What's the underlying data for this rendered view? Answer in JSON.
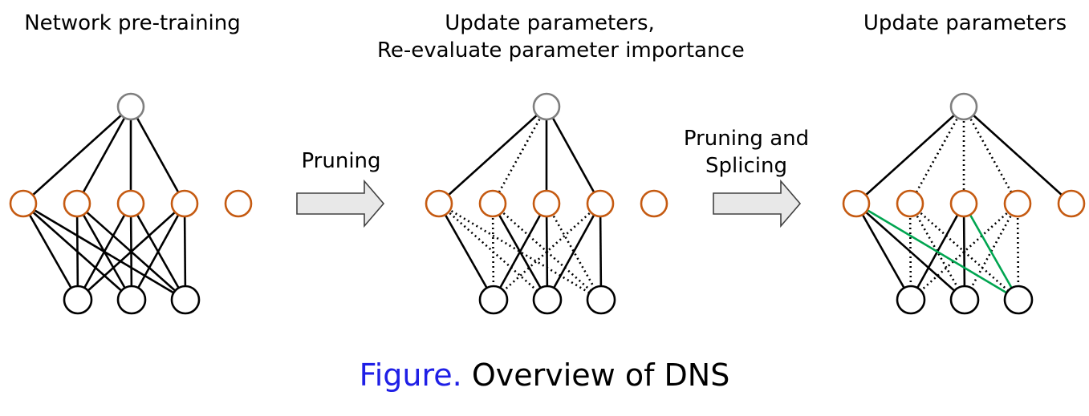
{
  "panels": [
    {
      "title_lines": [
        "Network pre-training"
      ],
      "hidden_conn": [
        "solid",
        "solid",
        "solid",
        "solid",
        "none"
      ],
      "input_conn": [
        [
          "solid",
          "solid",
          "solid"
        ],
        [
          "solid",
          "solid",
          "solid"
        ],
        [
          "solid",
          "solid",
          "solid"
        ],
        [
          "solid",
          "solid",
          "solid"
        ],
        [
          "none",
          "none",
          "none"
        ]
      ]
    },
    {
      "title_lines": [
        "Update parameters,",
        "Re-evaluate parameter importance"
      ],
      "hidden_conn": [
        "solid",
        "dotted",
        "solid",
        "solid",
        "none"
      ],
      "input_conn": [
        [
          "solid",
          "dotted",
          "dotted"
        ],
        [
          "dotted",
          "solid",
          "dotted"
        ],
        [
          "solid",
          "solid",
          "dotted"
        ],
        [
          "dotted",
          "solid",
          "solid"
        ],
        [
          "none",
          "none",
          "none"
        ]
      ]
    },
    {
      "title_lines": [
        "Update parameters"
      ],
      "hidden_conn": [
        "solid",
        "dotted",
        "dotted",
        "dotted",
        "solid"
      ],
      "input_conn": [
        [
          "solid",
          "solid",
          "spliced"
        ],
        [
          "dotted",
          "dotted",
          "dotted"
        ],
        [
          "solid",
          "solid",
          "spliced"
        ],
        [
          "dotted",
          "dotted",
          "dotted"
        ],
        [
          "none",
          "none",
          "none"
        ]
      ]
    }
  ],
  "arrows": [
    {
      "label_lines": [
        "Pruning"
      ]
    },
    {
      "label_lines": [
        "Pruning and",
        "Splicing"
      ]
    }
  ],
  "caption": {
    "lead": "Figure.",
    "text": " Overview of DNS"
  },
  "colors": {
    "output_node": "#7f7f7f",
    "hidden_node": "#c55a11",
    "input_node": "#000000",
    "edge": "#000000",
    "spliced_edge": "#00a550",
    "arrow_fill": "#e8e8e8",
    "arrow_stroke": "#404040",
    "caption_lead": "#1f1fe6"
  }
}
